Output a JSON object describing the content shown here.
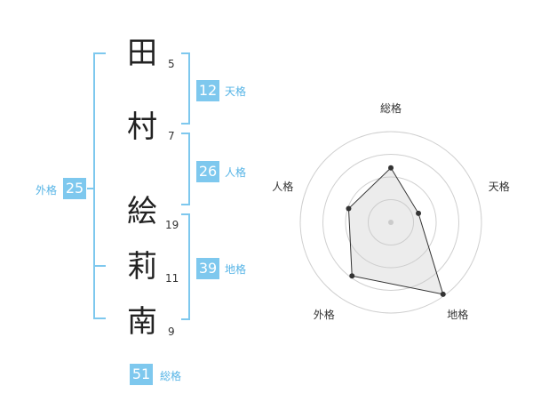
{
  "name_chars": [
    {
      "char": "田",
      "strokes": "5"
    },
    {
      "char": "村",
      "strokes": "7"
    },
    {
      "char": "絵",
      "strokes": "19"
    },
    {
      "char": "莉",
      "strokes": "11"
    },
    {
      "char": "南",
      "strokes": "9"
    }
  ],
  "fortune": {
    "tenkaku": {
      "value": "12",
      "label": "天格"
    },
    "jinkaku": {
      "value": "26",
      "label": "人格"
    },
    "chikaku": {
      "value": "39",
      "label": "地格"
    },
    "gaikaku": {
      "value": "25",
      "label": "外格"
    },
    "soukaku": {
      "value": "51",
      "label": "総格"
    }
  },
  "colors": {
    "accent": "#7ec8ee",
    "accent_text": "#56b4e6"
  },
  "chart_data": {
    "type": "radar",
    "axes": [
      "総格",
      "天格",
      "地格",
      "外格",
      "人格"
    ],
    "values": [
      0.6,
      0.32,
      0.98,
      0.73,
      0.49
    ],
    "rings": 4
  }
}
